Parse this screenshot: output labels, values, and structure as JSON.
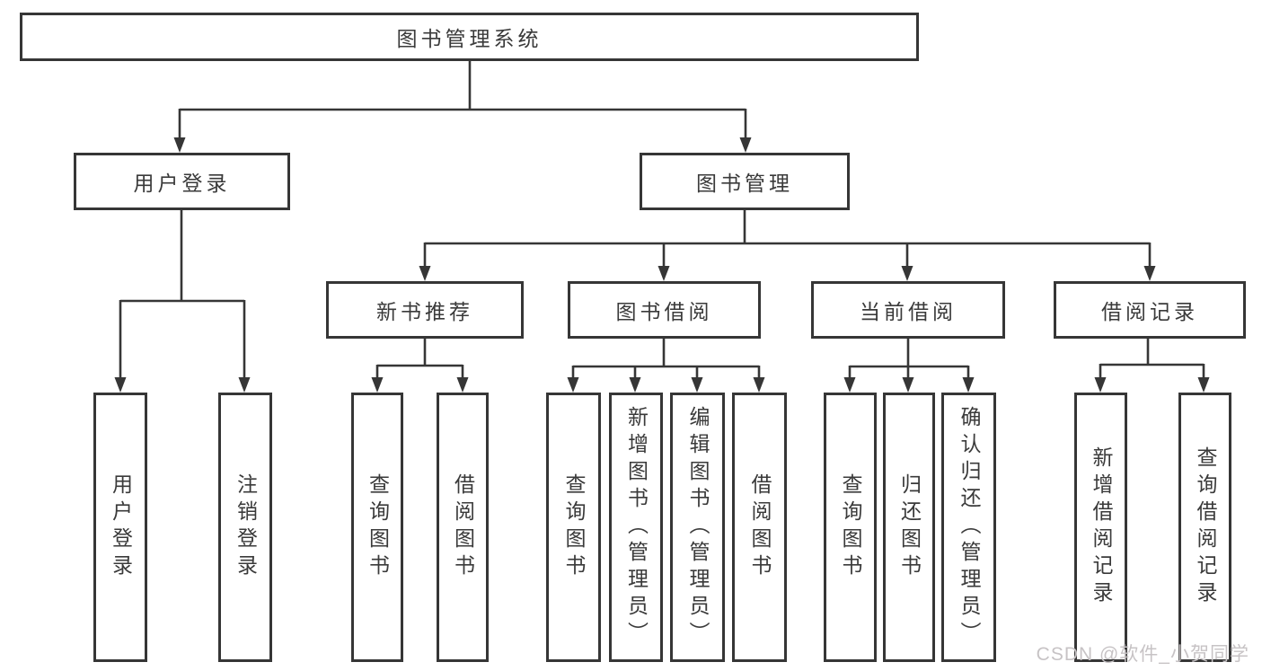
{
  "diagram": {
    "title_node": "图书管理系统",
    "tree": {
      "root": {
        "label": "图书管理系统",
        "children": [
          {
            "label": "用户登录",
            "children": [
              {
                "label": "用户登录"
              },
              {
                "label": "注销登录"
              }
            ]
          },
          {
            "label": "图书管理",
            "children": [
              {
                "label": "新书推荐",
                "children": [
                  {
                    "label": "查询图书"
                  },
                  {
                    "label": "借阅图书"
                  }
                ]
              },
              {
                "label": "图书借阅",
                "children": [
                  {
                    "label": "查询图书"
                  },
                  {
                    "label": "新增图书（管理员）"
                  },
                  {
                    "label": "编辑图书（管理员）"
                  },
                  {
                    "label": "借阅图书"
                  }
                ]
              },
              {
                "label": "当前借阅",
                "children": [
                  {
                    "label": "查询图书"
                  },
                  {
                    "label": "归还图书"
                  },
                  {
                    "label": "确认归还（管理员）"
                  }
                ]
              },
              {
                "label": "借阅记录",
                "children": [
                  {
                    "label": "新增借阅记录"
                  },
                  {
                    "label": "查询借阅记录"
                  }
                ]
              }
            ]
          }
        ]
      }
    },
    "watermark": "CSDN @软件_小贺同学",
    "colors": {
      "line": "#363636",
      "text": "#3a3a3a",
      "background": "#ffffff",
      "watermark": "#c7c3c5"
    }
  }
}
